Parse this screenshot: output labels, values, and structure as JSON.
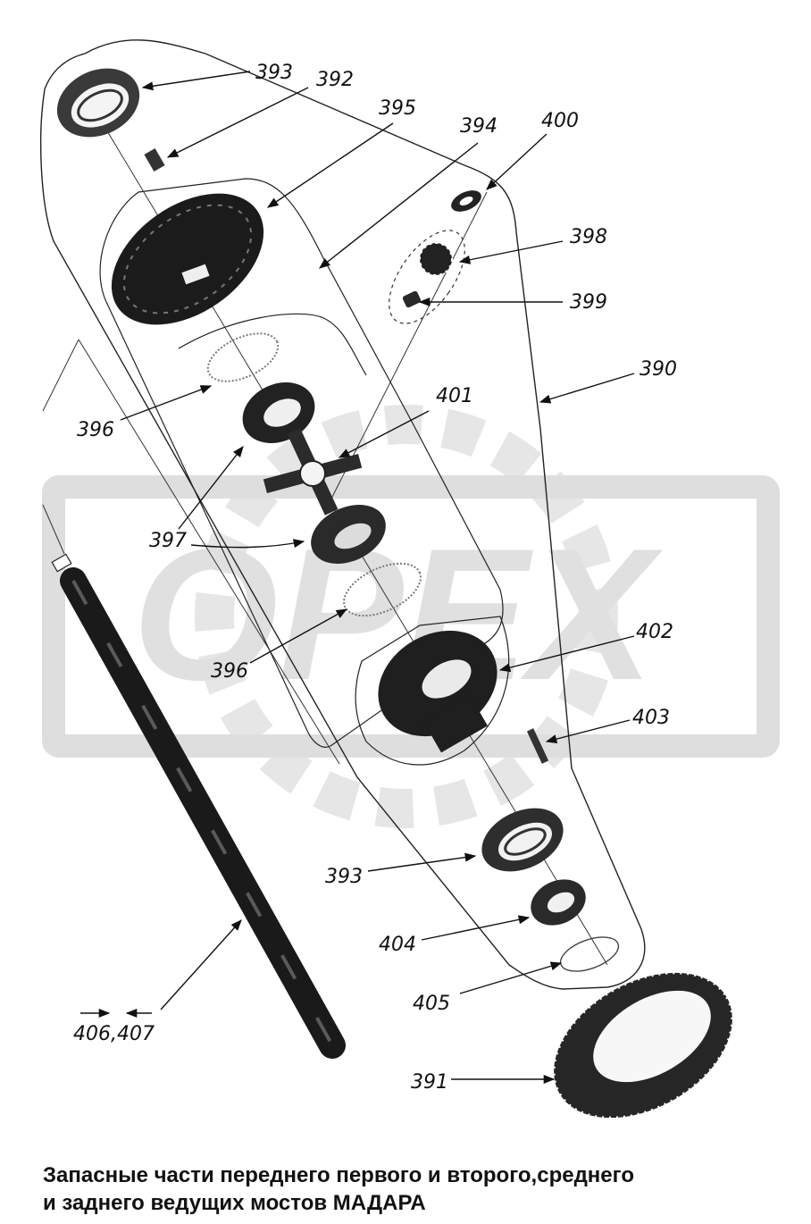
{
  "watermark": {
    "text": "OPEX",
    "color": "#dcdcdc"
  },
  "parts": [
    {
      "id": "p393a",
      "name": "bearing-393-top",
      "label": "393"
    },
    {
      "id": "p392",
      "name": "bolt-392",
      "label": "392"
    },
    {
      "id": "p395",
      "name": "ring-gear-395",
      "label": "395"
    },
    {
      "id": "p394",
      "name": "case-half-394",
      "label": "394"
    },
    {
      "id": "p400",
      "name": "washer-400",
      "label": "400"
    },
    {
      "id": "p398",
      "name": "satellite-398",
      "label": "398"
    },
    {
      "id": "p399",
      "name": "bushing-399",
      "label": "399"
    },
    {
      "id": "p390",
      "name": "housing-390",
      "label": "390"
    },
    {
      "id": "p401",
      "name": "cross-401",
      "label": "401"
    },
    {
      "id": "p396a",
      "name": "washer-396-upper",
      "label": "396"
    },
    {
      "id": "p397",
      "name": "side-gear-397",
      "label": "397"
    },
    {
      "id": "p396b",
      "name": "washer-396-lower",
      "label": "396"
    },
    {
      "id": "p402",
      "name": "case-half-402",
      "label": "402"
    },
    {
      "id": "p403",
      "name": "bolt-403",
      "label": "403"
    },
    {
      "id": "p393b",
      "name": "bearing-393-bottom",
      "label": "393"
    },
    {
      "id": "p404",
      "name": "gear-404",
      "label": "404"
    },
    {
      "id": "p405",
      "name": "washer-405",
      "label": "405"
    },
    {
      "id": "p406",
      "name": "shaft-406-407",
      "label": "406,407"
    },
    {
      "id": "p391",
      "name": "ring-gear-391",
      "label": "391"
    }
  ],
  "caption": {
    "line1": "Запасные части переднего первого и второго,среднего",
    "line2": "и заднего ведущих мостов МАДАРА"
  }
}
